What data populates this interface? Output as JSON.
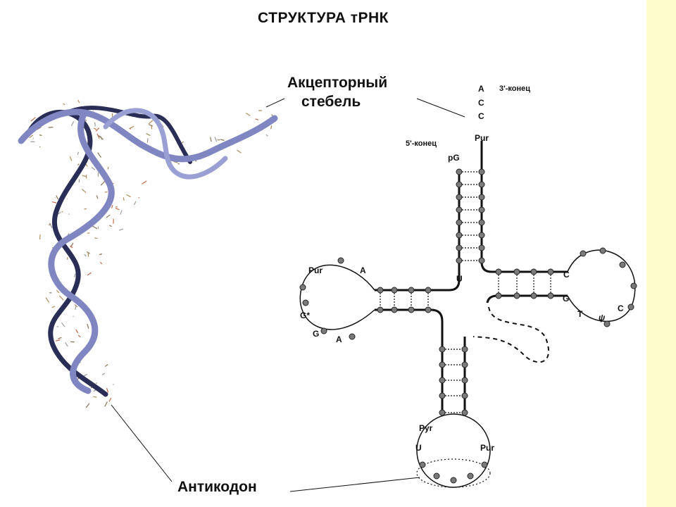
{
  "title": "СТРУКТУРА тРНК",
  "labels": {
    "acceptor_stem_line1": "Акцепторный",
    "acceptor_stem_line2": "стебель",
    "anticodon": "Антикодон"
  },
  "clover": {
    "three_prime_end": "3'-конец",
    "five_prime_end": "5'-конец",
    "acceptor_tail": [
      "A",
      "C",
      "C",
      "Pur"
    ],
    "pG": "pG",
    "U": "U",
    "d_loop": {
      "pur": "Pur",
      "a_top": "A",
      "g_star": "G*",
      "g": "G",
      "a_bottom": "A"
    },
    "t_loop": {
      "c_top": "C",
      "g": "G",
      "t": "T",
      "psi": "ψ",
      "c_bottom": "C"
    },
    "anticodon_loop": {
      "pyr": "Pyr",
      "u": "U",
      "pur": "Pur"
    }
  },
  "colors": {
    "ribbon": "#7f86c2",
    "ribbon_dark": "#2a2d55",
    "background_strip": "#fdfccc"
  }
}
